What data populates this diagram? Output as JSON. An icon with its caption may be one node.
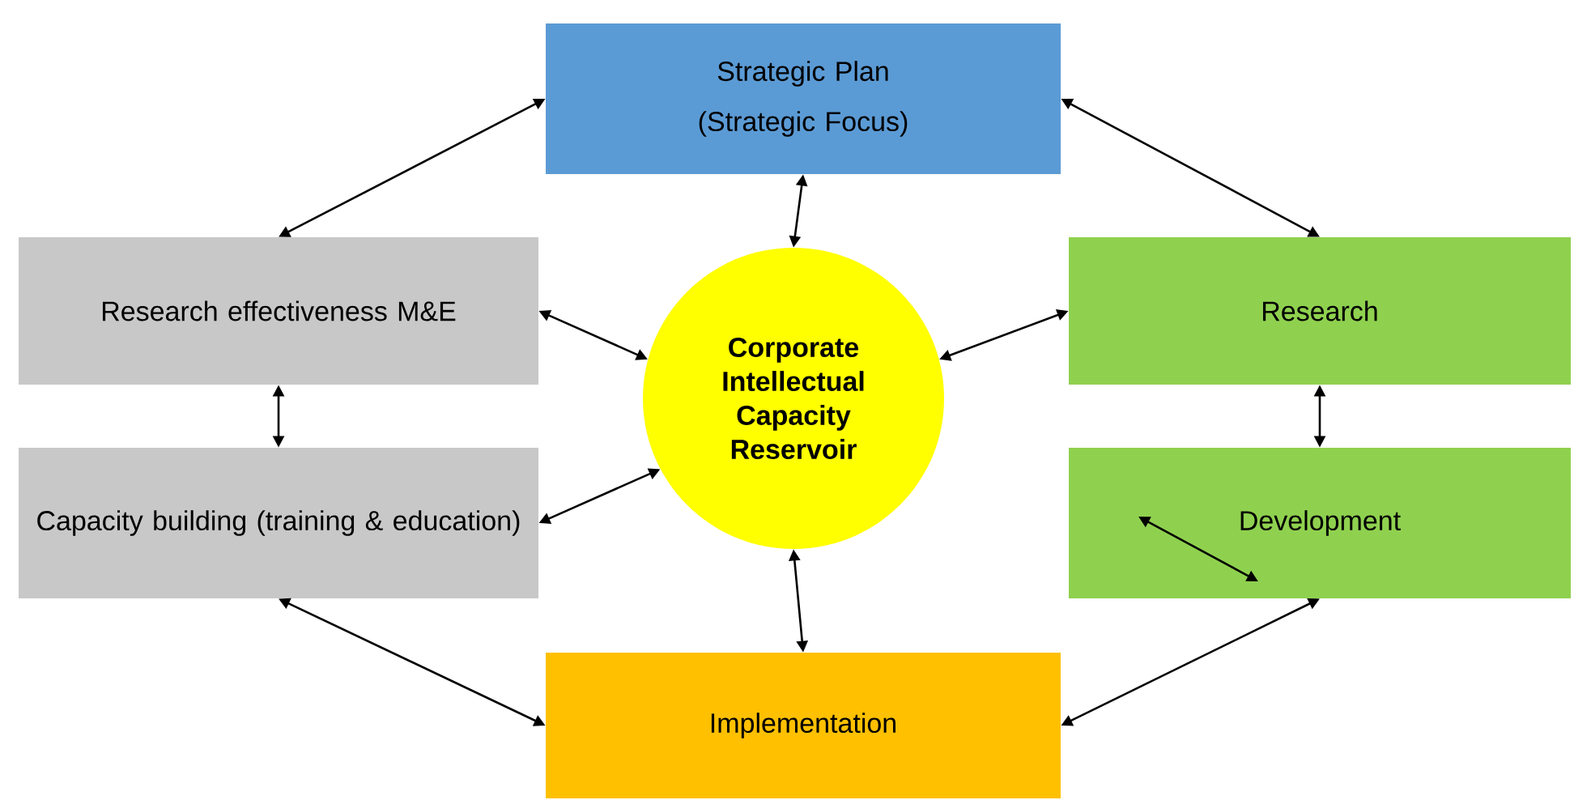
{
  "diagram": {
    "nodes": [
      {
        "text": [
          "Strategic Plan",
          "(Strategic Focus)"
        ]
      },
      {
        "text": [
          "Research effectiveness M&E"
        ]
      },
      {
        "text": [
          "Corporate Intellectual Capacity Reservoir"
        ]
      },
      {
        "text": [
          "Research"
        ]
      },
      {
        "text": [
          "Capacity building (training & education)"
        ]
      },
      {
        "text": [
          "Development"
        ]
      },
      {
        "text": [
          "Implementation"
        ]
      }
    ],
    "edges": [
      {
        "from": 0,
        "to": 1,
        "arrow": "both"
      },
      {
        "from": 0,
        "to": 3,
        "arrow": "both"
      },
      {
        "from": 0,
        "to": 2,
        "arrow": "both"
      },
      {
        "from": 1,
        "to": 2,
        "arrow": "both"
      },
      {
        "from": 2,
        "to": 3,
        "arrow": "both"
      },
      {
        "from": 1,
        "to": 4,
        "arrow": "both"
      },
      {
        "from": 3,
        "to": 5,
        "arrow": "both"
      },
      {
        "from": 4,
        "to": 2,
        "arrow": "both"
      },
      {
        "from": 4,
        "to": 6,
        "arrow": "both"
      },
      {
        "from": 2,
        "to": 6,
        "arrow": "both"
      },
      {
        "from": 5,
        "to": 6,
        "arrow": "both"
      }
    ]
  }
}
